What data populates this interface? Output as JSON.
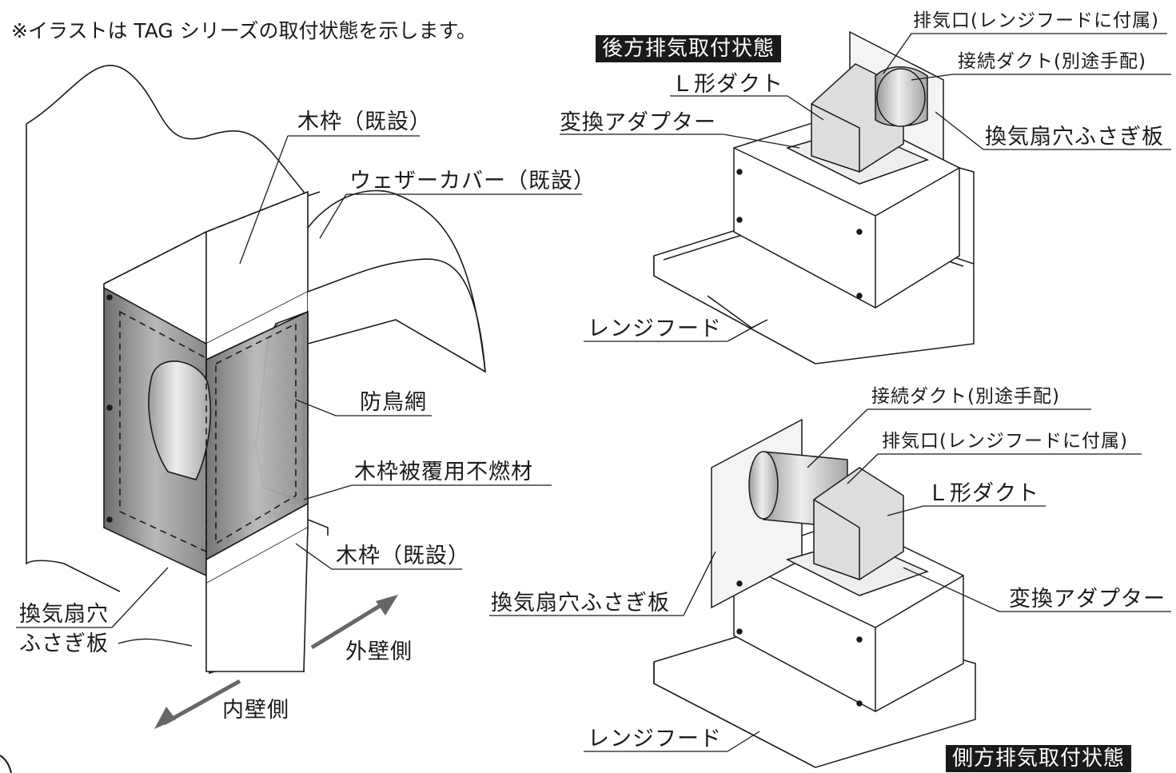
{
  "note": "※イラストは TAG シリーズの取付状態を示します。",
  "left_diagram": {
    "labels": {
      "wood_frame_top": "木枠（既設）",
      "weather_cover": "ウェザーカバー（既設）",
      "bird_net": "防鳥網",
      "noncombustible": "木枠被覆用不燃材",
      "wood_frame_bottom": "木枠（既設）",
      "closing_plate_line1": "換気扇穴",
      "closing_plate_line2": "ふさぎ板",
      "outer_wall": "外壁側",
      "inner_wall": "内壁側"
    }
  },
  "rear_diagram": {
    "title": "後方排気取付状態",
    "labels": {
      "exhaust_port": "排気口(レンジフードに付属)",
      "connect_duct": "接続ダクト(別途手配)",
      "l_duct": "Ｌ形ダクト",
      "adapter": "変換アダプター",
      "closing_plate": "換気扇穴ふさぎ板",
      "range_hood": "レンジフード"
    }
  },
  "side_diagram": {
    "title": "側方排気取付状態",
    "labels": {
      "connect_duct": "接続ダクト(別途手配)",
      "exhaust_port": "排気口(レンジフードに付属)",
      "l_duct": "Ｌ形ダクト",
      "adapter": "変換アダプター",
      "closing_plate": "換気扇穴ふさぎ板",
      "range_hood": "レンジフード"
    }
  }
}
